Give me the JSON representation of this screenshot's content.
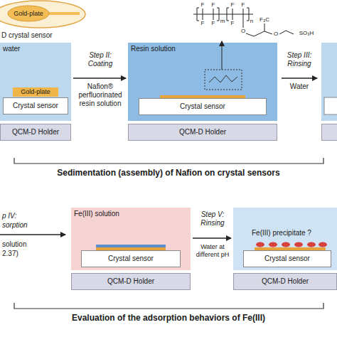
{
  "diagram": {
    "nodes": [
      {
        "text": [
          "Gold-plate",
          "D crystal sensor"
        ]
      },
      {
        "text": [
          "water"
        ]
      },
      {
        "text": [
          "Gold-plate"
        ],
        "in": 1
      },
      {
        "text": [
          "Crystal sensor"
        ],
        "in": 1
      },
      {
        "text": [
          "QCM-D Holder"
        ]
      },
      {
        "text": [
          "Resin solution"
        ]
      },
      {
        "text": [
          "Crystal sensor"
        ],
        "in": 5
      },
      {
        "text": [
          "QCM-D Holder"
        ]
      },
      {
        "text": [
          "Fe(III) solution"
        ]
      },
      {
        "text": [
          "Crystal sensor"
        ],
        "in": 8
      },
      {
        "text": [
          "QCM-D Holder"
        ]
      },
      {
        "text": [
          "Fe(III) precipitate ?"
        ]
      },
      {
        "text": [
          "Crystal sensor"
        ],
        "in": 11
      },
      {
        "text": [
          "QCM-D Holder"
        ]
      }
    ],
    "edges": [
      {
        "from": 1,
        "to": 5,
        "arrow": "to",
        "label": "Step II: Coating"
      },
      {
        "from": 8,
        "to": 11,
        "arrow": "to",
        "label": "Step V: Rinsing"
      }
    ],
    "labels": [
      "Nafion® perfluorinated resin solution",
      "Step III: Rinsing",
      "Water",
      "Sedimentation (assembly) of Nafion on crystal sensors",
      "p IV:",
      "sorption",
      "solution",
      "2.37)",
      "Water at different pH",
      "Evaluation of the adsorption behaviors of Fe(III)",
      "F",
      "F",
      "F",
      "F",
      "F",
      "F",
      "F",
      "m",
      "n",
      "O",
      "F₃C",
      "O",
      "SO₃H"
    ]
  }
}
